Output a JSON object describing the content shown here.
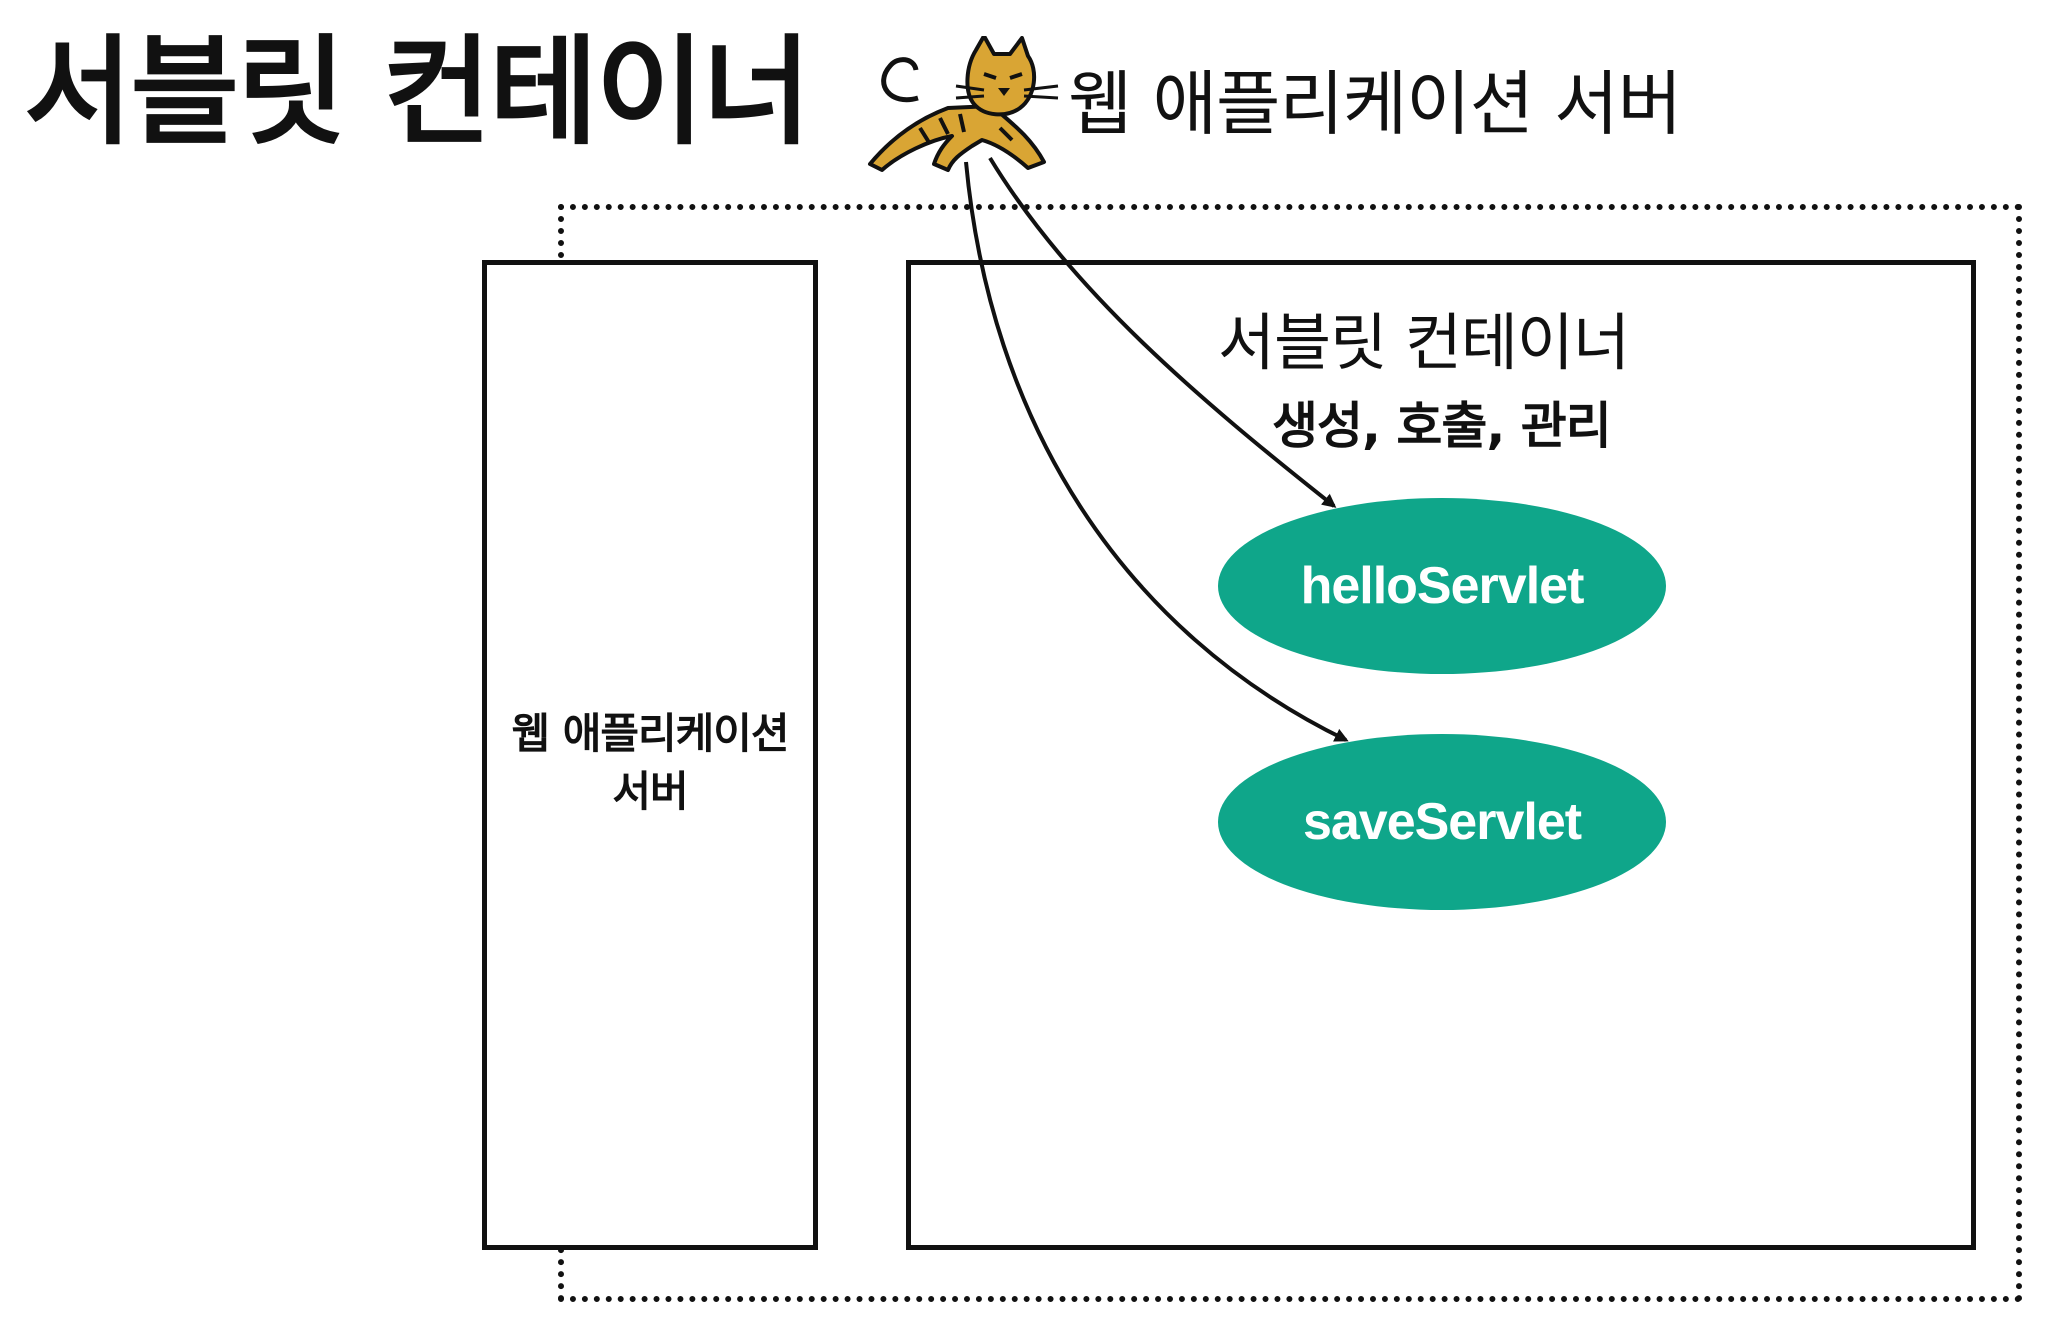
{
  "title": "서블릿 컨테이너",
  "was": {
    "label": "웹 애플리케이션 서버",
    "box_line1": "웹 애플리케이션",
    "box_line2": "서버",
    "icon": "tomcat-cat-icon"
  },
  "container": {
    "title": "서블릿 컨테이너",
    "subtitle": "생성, 호출, 관리"
  },
  "servlets": [
    {
      "label": "helloServlet"
    },
    {
      "label": "saveServlet"
    }
  ],
  "colors": {
    "servlet_fill": "#0fa68a",
    "line": "#111111",
    "cat_body": "#d9a534",
    "cat_stripes": "#111111"
  }
}
